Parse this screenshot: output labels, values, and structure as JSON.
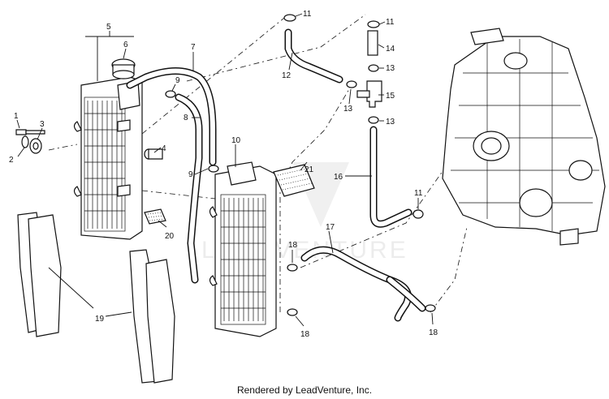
{
  "diagram": {
    "callouts": [
      {
        "id": "1",
        "label": "1"
      },
      {
        "id": "2",
        "label": "2"
      },
      {
        "id": "3",
        "label": "3"
      },
      {
        "id": "4",
        "label": "4"
      },
      {
        "id": "5",
        "label": "5"
      },
      {
        "id": "6",
        "label": "6"
      },
      {
        "id": "7",
        "label": "7"
      },
      {
        "id": "8",
        "label": "8"
      },
      {
        "id": "9a",
        "label": "9"
      },
      {
        "id": "9b",
        "label": "9"
      },
      {
        "id": "10",
        "label": "10"
      },
      {
        "id": "11a",
        "label": "11"
      },
      {
        "id": "11b",
        "label": "11"
      },
      {
        "id": "11c",
        "label": "11"
      },
      {
        "id": "12",
        "label": "12"
      },
      {
        "id": "13a",
        "label": "13"
      },
      {
        "id": "13b",
        "label": "13"
      },
      {
        "id": "13c",
        "label": "13"
      },
      {
        "id": "14",
        "label": "14"
      },
      {
        "id": "15",
        "label": "15"
      },
      {
        "id": "16",
        "label": "16"
      },
      {
        "id": "17",
        "label": "17"
      },
      {
        "id": "18a",
        "label": "18"
      },
      {
        "id": "18b",
        "label": "18"
      },
      {
        "id": "18c",
        "label": "18"
      },
      {
        "id": "19",
        "label": "19"
      },
      {
        "id": "20",
        "label": "20"
      },
      {
        "id": "21",
        "label": "21"
      }
    ],
    "watermark": "LEADVENTURE",
    "credit": "Rendered by LeadVenture, Inc."
  }
}
